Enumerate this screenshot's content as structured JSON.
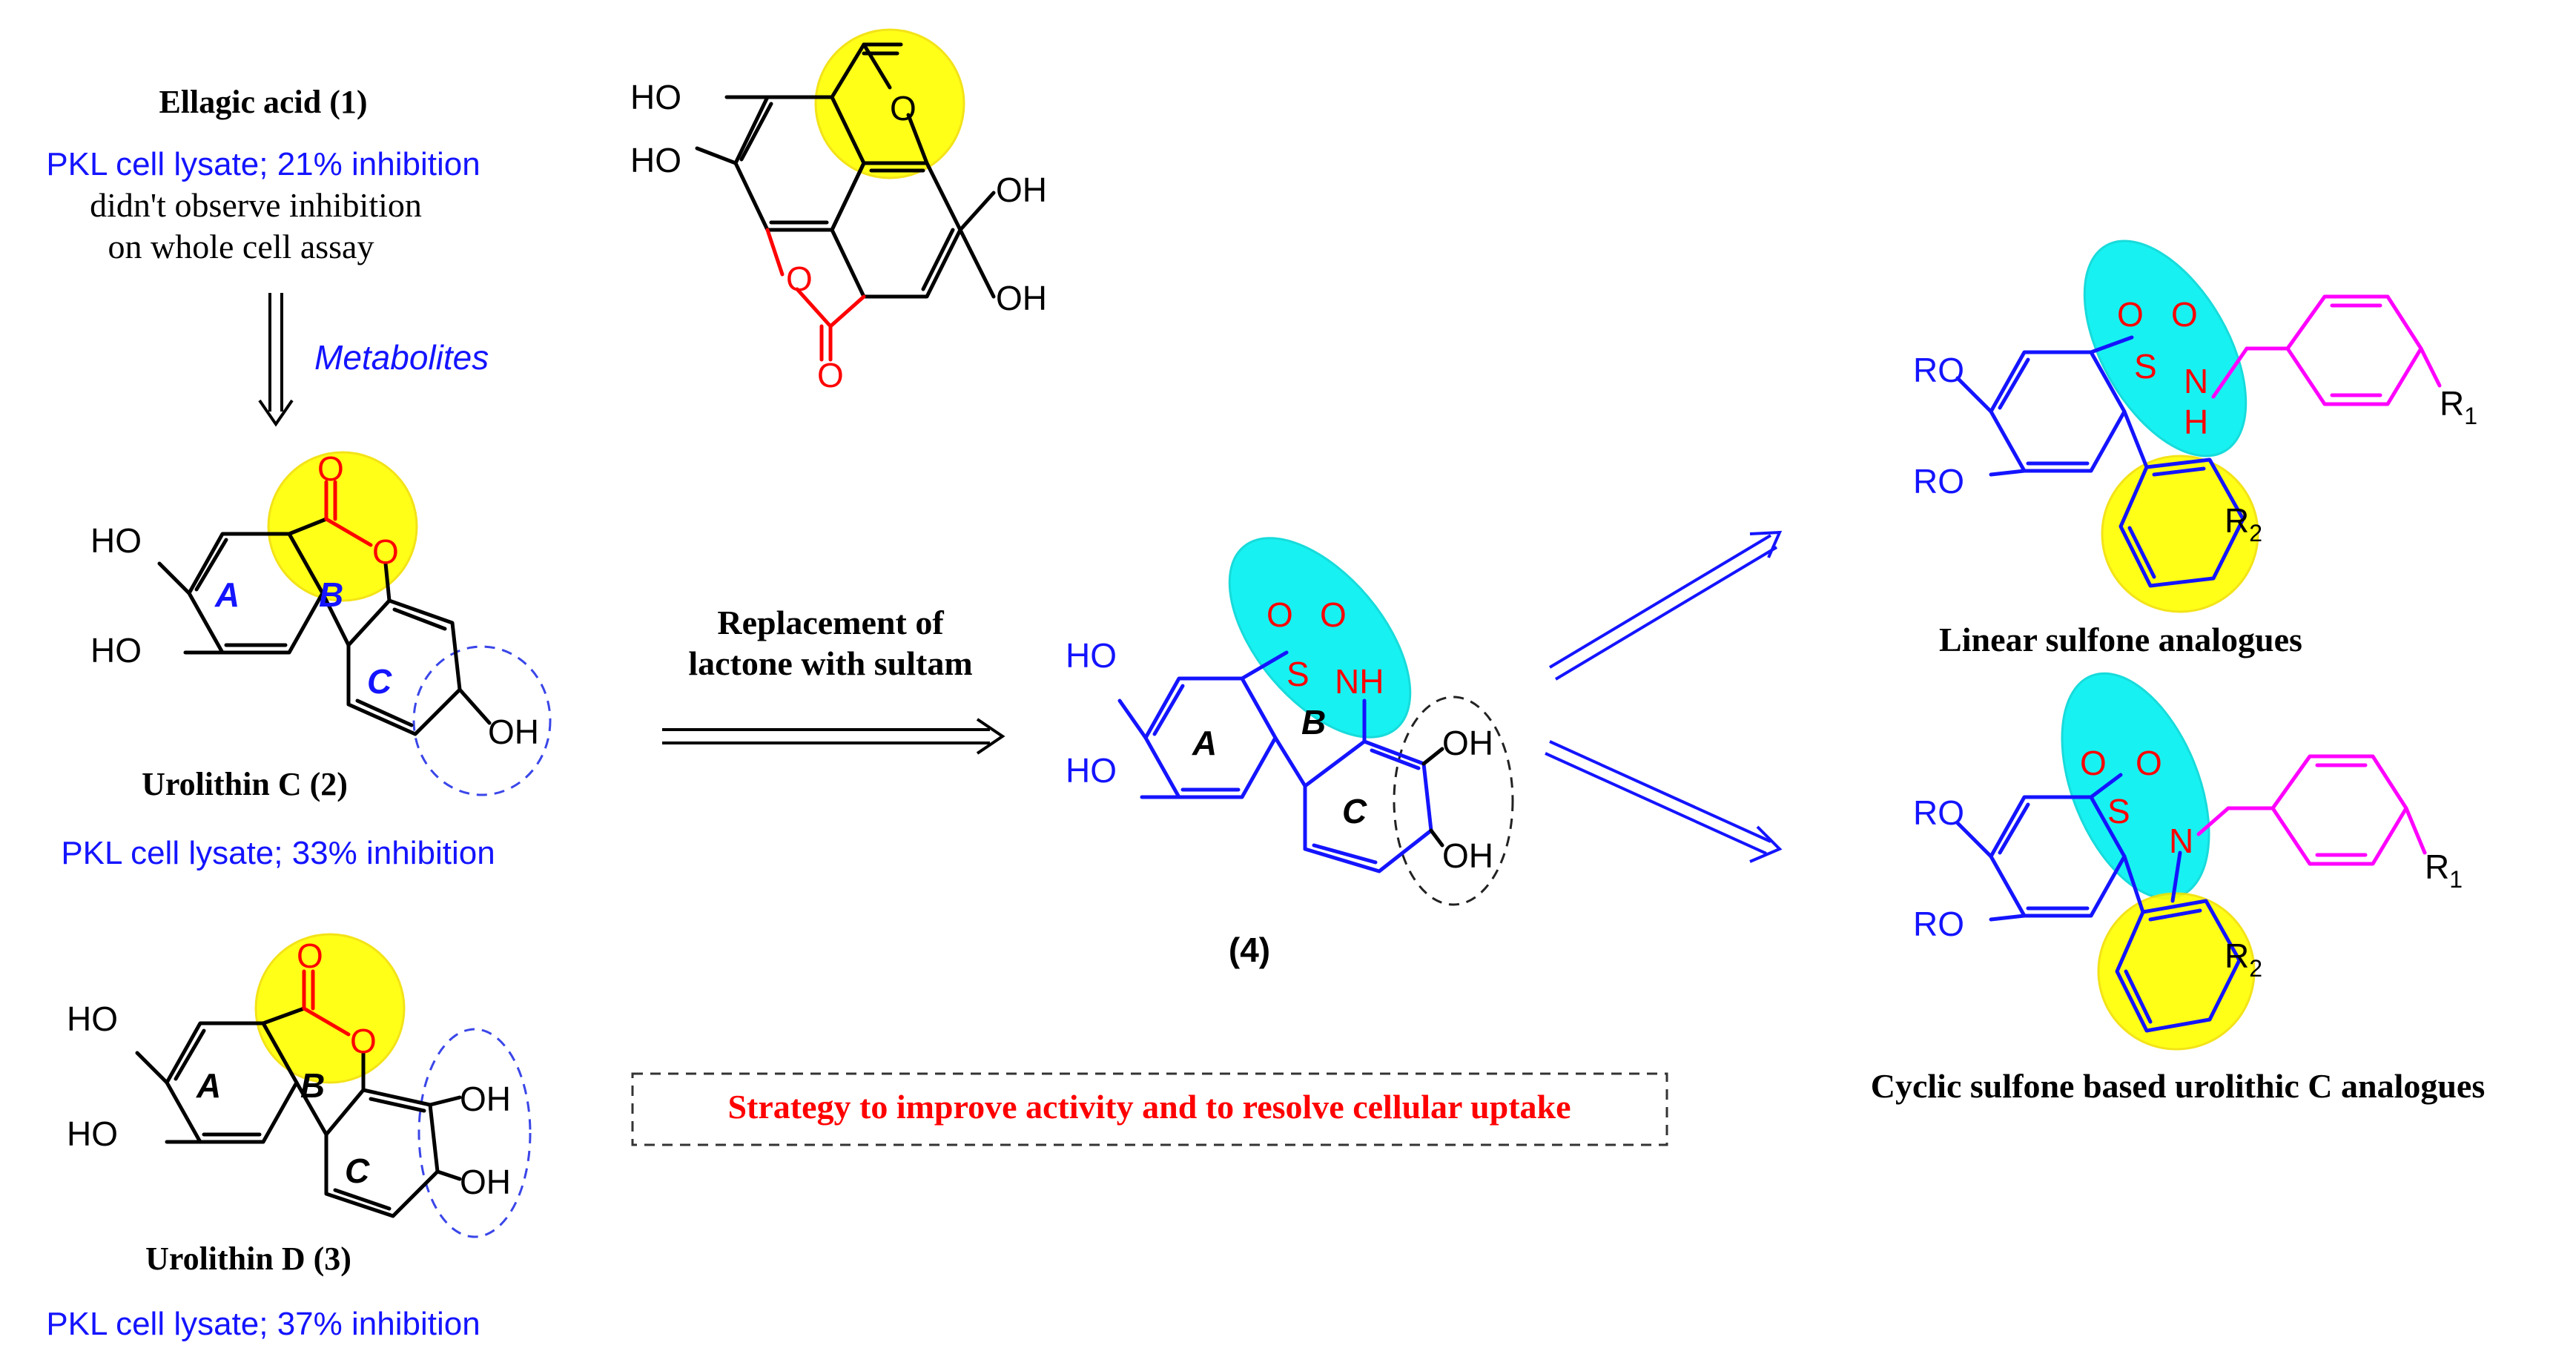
{
  "ellagic": {
    "title": "Ellagic acid (1)",
    "assay1": "PKL cell lysate; 21% inhibition",
    "note1": "didn't observe inhibition",
    "note2": "on whole cell assay"
  },
  "metabolites_label": "Metabolites",
  "urolithin_c": {
    "title": "Urolithin C (2)",
    "assay": "PKL cell lysate; 33% inhibition"
  },
  "urolithin_d": {
    "title": "Urolithin D (3)",
    "assay": "PKL cell lysate; 37% inhibition"
  },
  "replacement": {
    "line1": "Replacement of",
    "line2": "lactone with sultam"
  },
  "compound4_label": "(4)",
  "strategy_text": "Strategy to improve activity and to resolve cellular uptake",
  "linear_label": "Linear sulfone analogues",
  "cyclic_label": "Cyclic sulfone based urolithic C analogues",
  "atoms": {
    "ho": "HO",
    "oh": "OH",
    "o": "O",
    "s": "S",
    "nh": "NH",
    "n": "N",
    "h": "H",
    "ro": "RO",
    "r": "R",
    "r1_sub": "1",
    "r2_sub": "2"
  },
  "rings": {
    "a": "A",
    "b": "B",
    "c": "C"
  },
  "colors": {
    "black": "#000000",
    "blue": "#1414ff",
    "red": "#ff0000",
    "magenta": "#ff00ff",
    "yellow": "#ffff00",
    "cyan": "#00f0f0"
  }
}
